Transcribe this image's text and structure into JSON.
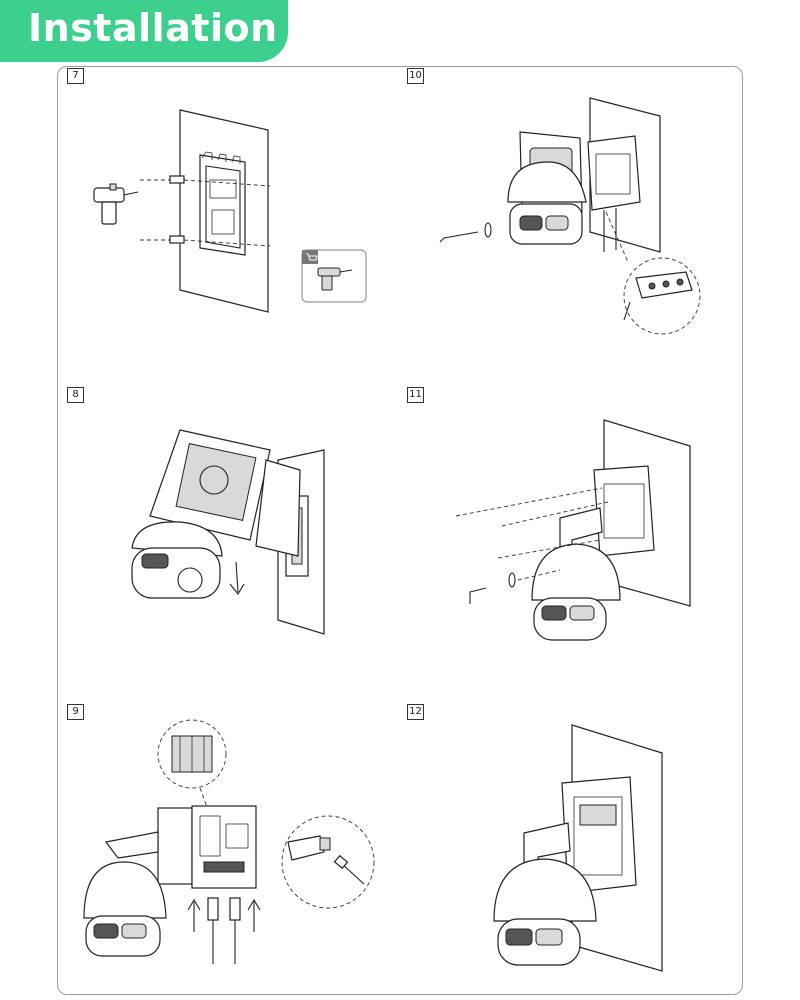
{
  "header": {
    "title": "Installation"
  },
  "steps": [
    {
      "number": "7"
    },
    {
      "number": "8"
    },
    {
      "number": "9"
    },
    {
      "number": "10"
    },
    {
      "number": "11"
    },
    {
      "number": "12"
    }
  ],
  "colors": {
    "accent": "#3ccf8e",
    "frame": "#9a9a9a"
  },
  "icons": [
    "screwdriver-icon",
    "cart-icon",
    "arrow-down-icon",
    "arrow-up-icon",
    "allen-key-icon"
  ]
}
